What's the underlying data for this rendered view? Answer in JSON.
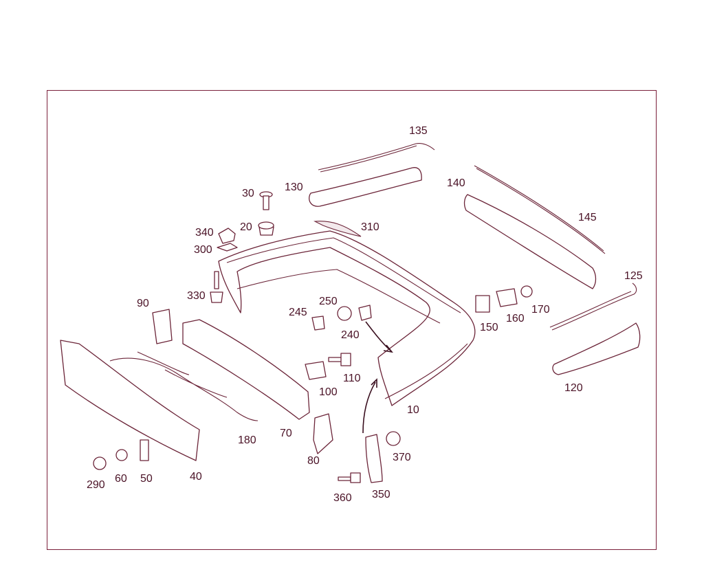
{
  "labels": [
    {
      "id": "p135",
      "text": "135"
    },
    {
      "id": "p130",
      "text": "130"
    },
    {
      "id": "p30",
      "text": "30"
    },
    {
      "id": "p140",
      "text": "140"
    },
    {
      "id": "p145",
      "text": "145"
    },
    {
      "id": "p340",
      "text": "340"
    },
    {
      "id": "p20",
      "text": "20"
    },
    {
      "id": "p310",
      "text": "310"
    },
    {
      "id": "p300",
      "text": "300"
    },
    {
      "id": "p330",
      "text": "330"
    },
    {
      "id": "p125",
      "text": "125"
    },
    {
      "id": "p90",
      "text": "90"
    },
    {
      "id": "p250",
      "text": "250"
    },
    {
      "id": "p245",
      "text": "245"
    },
    {
      "id": "p240",
      "text": "240"
    },
    {
      "id": "p150",
      "text": "150"
    },
    {
      "id": "p160",
      "text": "160"
    },
    {
      "id": "p170",
      "text": "170"
    },
    {
      "id": "p110",
      "text": "110"
    },
    {
      "id": "p100",
      "text": "100"
    },
    {
      "id": "p120",
      "text": "120"
    },
    {
      "id": "p10",
      "text": "10"
    },
    {
      "id": "p180",
      "text": "180"
    },
    {
      "id": "p70",
      "text": "70"
    },
    {
      "id": "p370",
      "text": "370"
    },
    {
      "id": "p80",
      "text": "80"
    },
    {
      "id": "p290",
      "text": "290"
    },
    {
      "id": "p60",
      "text": "60"
    },
    {
      "id": "p50",
      "text": "50"
    },
    {
      "id": "p40",
      "text": "40"
    },
    {
      "id": "p360",
      "text": "360"
    },
    {
      "id": "p350",
      "text": "350"
    }
  ]
}
